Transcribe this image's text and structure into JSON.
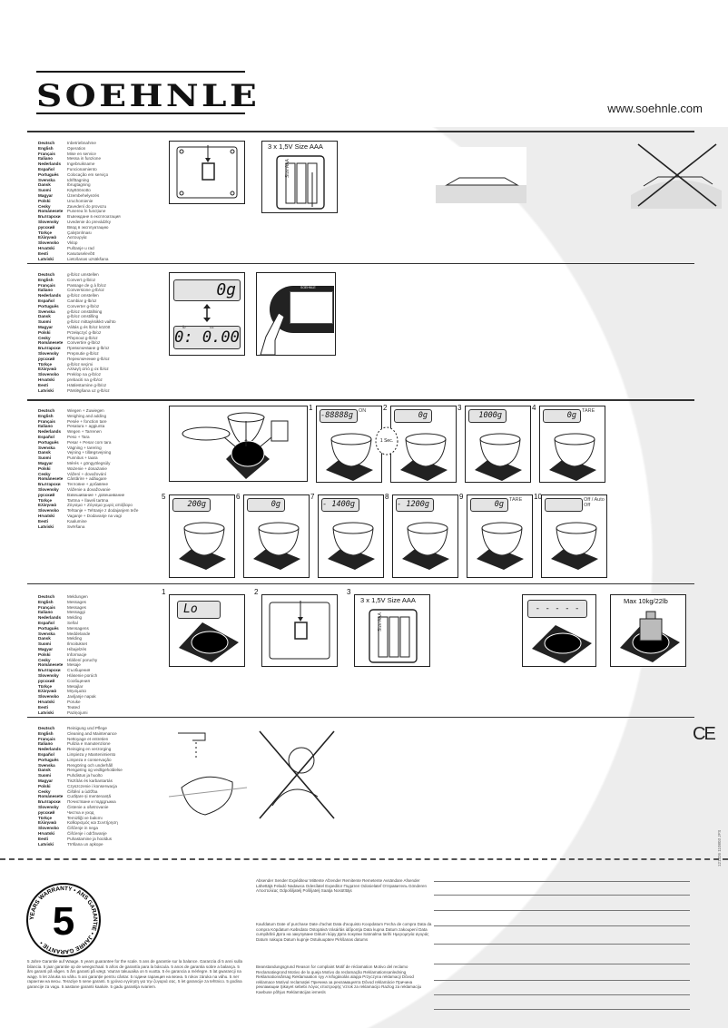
{
  "header": {
    "logo": "SOEHNLE",
    "url": "www.soehnle.com"
  },
  "languages": [
    "Deutsch",
    "English",
    "Français",
    "Italiano",
    "Nederlands",
    "Español",
    "Português",
    "Svenska",
    "Dansk",
    "Suomi",
    "Magyar",
    "Polski",
    "Cesky",
    "Românesete",
    "Български",
    "Slovensky",
    "русский",
    "Türkçe",
    "Ελληνικά",
    "Slovensko",
    "Hrvatski",
    "Eesti",
    "Latviski"
  ],
  "sections": [
    {
      "translations": [
        "Inbetriebnahme",
        "Operation",
        "Mise en service",
        "Messa in funzione",
        "Ingebruikname",
        "Funcionamiento",
        "Colocação em serviço",
        "Idrifttagning",
        "Ibrugtagning",
        "Käyttöönotto",
        "Üzembehelyezés",
        "Uruchomienie",
        "Zavedení do provozu",
        "Punerea în funcțiune",
        "Въвеждане в експлоатация",
        "Uvedenie do prevádzky",
        "Ввод в эксплуатацию",
        "Çalıştırılması",
        "Λειτουργία",
        "Vklop",
        "Puštanje u rad",
        "Kasutuselevõtt",
        "Lietošanas uzsākšana"
      ]
    },
    {
      "translations": [
        "g-lb/oz umstellen",
        "Convert g-lb/oz",
        "Passage de g à lb/oz",
        "Conversione g-lb/oz",
        "g-lb/oz omstellen",
        "Cambiar g-lb/oz",
        "Converter g-lb/oz",
        "g-lb/oz omställning",
        "g-lb/oz omstilling",
        "g-lb/oz mittayksikkö vaihto",
        "Váltás g és lb/oz között",
        "Przełączyć g-lb/oz",
        "Přepnout g-lb/oz",
        "Convertire g-lb/oz",
        "Превключване g-lb/oz",
        "Prepnutie g-lb/oz",
        "Переключение g-lb/oz",
        "g-lb/oz seçimi",
        "Αλλαγή από g σε lb/oz",
        "Preklop na g-lb/oz",
        "prebaciti na g-lb/oz",
        "Häälestamine g-lb/oz",
        "Pārslēgšana uz g-lb/oz"
      ]
    },
    {
      "translations": [
        "Wiegen + Zuwiegen",
        "Weighing and adding",
        "Pesée + fonction tare",
        "Pesatura + aggiunta",
        "Wegen + Tarrenen",
        "Peso + Tara",
        "Pesar + Pesar com tara",
        "Vägning + tarering",
        "Vejning + tillægsvejning",
        "Punnitus + taara",
        "Mérés + göngyölegsúly",
        "Ważenie + dosażanie",
        "Vážení + dovažování",
        "Cântărire + adăugare",
        "Тегловне + добавяне",
        "Váženie a dovažovanie",
        "Взвешивание + довешивание",
        "Tartma + İlaveli tartma",
        "Ζύγισμα + Ζύγισμα χωρίς απόβαρο",
        "Tehtanje + Tehtanje z dodajanjem teže",
        "Vaganje + Dodavanje na vagi",
        "Kaalumine",
        "Svēršana"
      ]
    },
    {
      "translations": [
        "Meldungen",
        "Messages",
        "Messages",
        "Messaggi",
        "Melding",
        "Señal",
        "Mensagens",
        "Meddelande",
        "Melding",
        "Ilmoitukset",
        "Hibajelzés",
        "Informacje",
        "Hlášení poruchy",
        "Mesaje",
        "Съобщения",
        "Hlásenie porúch",
        "Сообщения",
        "Mesajlar",
        "Μηνύματα",
        "Javljanje napak",
        "Poruke",
        "Teated",
        "Paziņojumi"
      ]
    },
    {
      "translations": [
        "Reinigung und Pflege",
        "Cleaning and Maintenance",
        "Nettoyage et entretien",
        "Pulizia e manutenzione",
        "Reiniging en verzorging",
        "Limpieza y Mantenimiento",
        "Limpeza e conservação",
        "Rengöring och underhåll",
        "Rengøring og vedligeholdelse",
        "Puhdistus ja huolto",
        "Tisztítás és karbantartás",
        "Czyszczenie i konserwacja",
        "Čištění a údržba",
        "Curățare și mentenanță",
        "Почистване и поддръжка",
        "Čistenie a ošetrovanie",
        "Чистка и уход",
        "Temizliği ve bakımı",
        "Καθαρισμός και Συντήρηση",
        "Čiščenje in nega",
        "Čišćenje i održavanje",
        "Puhastamine ja hooldus",
        "Tīrīšana un apkope"
      ]
    }
  ],
  "operation": {
    "battery_label": "3 x 1,5V Size AAA",
    "cell_label": "Size AAA"
  },
  "convert": {
    "display_g": "0g",
    "lb": "lb",
    "oz": "oz",
    "display_lboz": "0: 0.00",
    "brand": "SOEHNLE"
  },
  "weighing": {
    "steps": [
      {
        "num": "1",
        "display": "-88888g",
        "note": "ON"
      },
      {
        "num": "2",
        "display": "0g",
        "note": ""
      },
      {
        "num": "3",
        "display": "1000g",
        "note": ""
      },
      {
        "num": "4",
        "display": "0g",
        "note": "TARE"
      },
      {
        "num": "5",
        "display": "200g",
        "note": ""
      },
      {
        "num": "6",
        "display": "0g",
        "note": ""
      },
      {
        "num": "7",
        "display": "- 1400g",
        "note": ""
      },
      {
        "num": "8",
        "display": "- 1200g",
        "note": ""
      },
      {
        "num": "9",
        "display": "0g",
        "note": "TARE"
      },
      {
        "num": "10",
        "display": "",
        "note": "Off / Auto Off"
      }
    ],
    "timer": "1 Sec."
  },
  "messages": {
    "step1": "1",
    "lo": "Lo",
    "step2": "2",
    "step3": "3",
    "battery_label": "3 x 1,5V Size AAA",
    "cell_label": "Size AAA",
    "overload_display": "- - - - -",
    "max_label": "Max 10kg/22lb"
  },
  "cleaning": {
    "ce_mark": "CE"
  },
  "side_code": "121326 110803 JFS",
  "warranty": {
    "seal_number": "5",
    "seal_text": "YEARS WARRANTY • ANS GARANTIE • JAHRE GARANTIE •",
    "text": "5 Jahre Garantie auf Waage. 5 years guarantee for the scale. 5 ans de garantie sur la balance. Garanzia di 5 anni sulla bilancia. 5 jaar garantie op de weegschaal. 5 años de garantía para la báscula. 5 anos de garantia sobre a balança. 5 års garanti på vågen. 5 års garanti på vægt. Vaa'an takuuaika on 5 vuotta. 5 év garancia a mérlegre. 5 lat gwarancji na wagę. 5 let záruka na váhu. 5 ani garanție pentru cântar. 5 години гаранция на везна. 5 rokov záruka na váhu. 5 лет гарантии на весы. Teraziye 5 sene garanti. 5 χρόνια εγγύηση για την ζυγαριά σας. 5 let garancije za tehtnico. 5 godina garancije za vagu. 5 aastane garantii kaalule. 5 gadu garantija svariem.",
    "sender": "Absender Sender Expéditeur Mittente Afzender Remitente Remetente Avsändare Afsender Lähettäjä Feladó Nadawca Odesílatel Expeditor Подател Odosielateľ Отправитель Gönderen Αποστολέας Odpošiljatelj Pošiljatelj Saatja Nosūtītājs",
    "purchase_date": "Kaufdatum Date of purchase Date d'achat Data d'acquisto Koopdatum Fecha de compra Data da compra Köpdatum Købsdato Ostopäivä Vásárlás időpontja Data kupna Datum zakoupení Data cumpărării Дата на закупуване Dátum kúpy Дата покупки Satınalma tarihi Ημερομηνία αγοράς Datum nakupa Datum kupnje Ostukuupäev Pirkšanas datums",
    "complaint": "Beanstandungsgrund Reason for complaint Motif de réclamation Motivo del reclamo Reclamatiegrond Motivo de la queja Motivo da reclamação Reklamationsanledning Reklamationsårsag Reklamaation syy A kifogásolás alapja Przyczyna reklamacji Důvod reklamace Motivul reclamației Причина за рекламацията Dôvod reklamácie Причина рекламации Şikayet sebebi Λόγος επιστροφής Vzrok za reklamacijo Razlog za reklamaciju Kaebuse põhjus Reklamācijas iemesls"
  }
}
